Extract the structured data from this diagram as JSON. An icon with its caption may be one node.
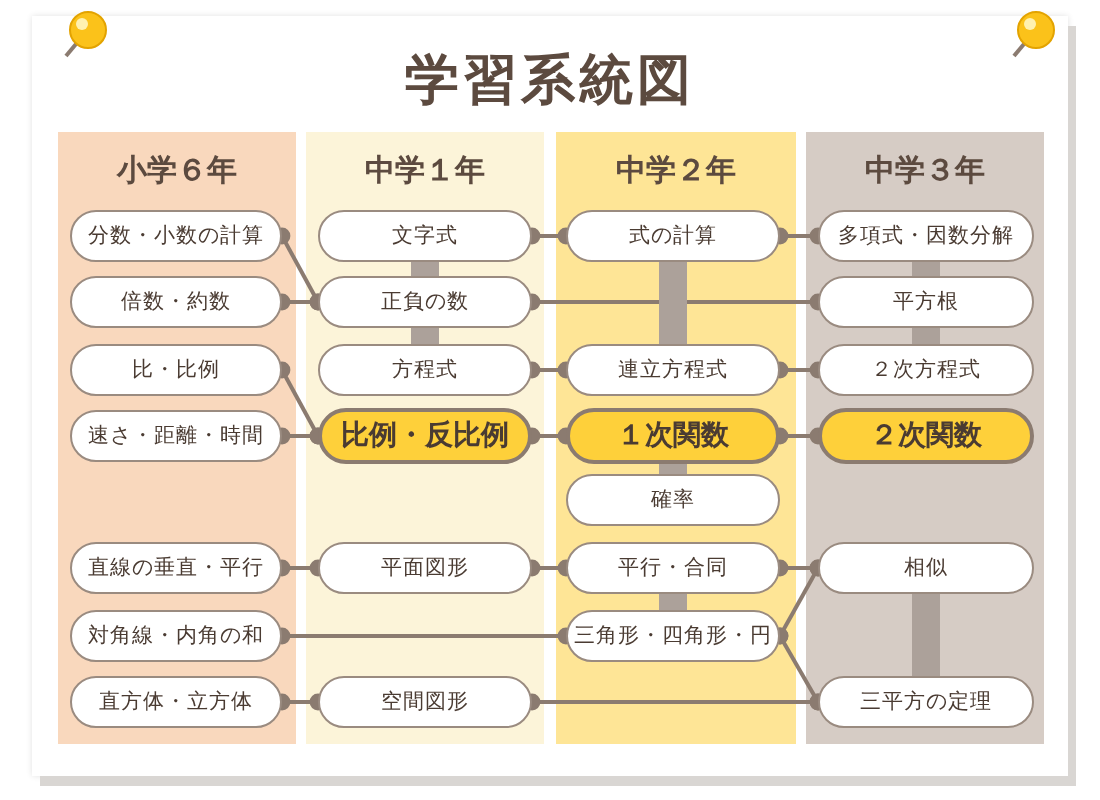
{
  "diagram": {
    "title": "学習系統図",
    "nodes": [
      {
        "text": [
          "小学６年"
        ]
      },
      {
        "text": [
          "分数・小数の計算"
        ],
        "in": 0
      },
      {
        "text": [
          "倍数・約数"
        ],
        "in": 0
      },
      {
        "text": [
          "比・比例"
        ],
        "in": 0
      },
      {
        "text": [
          "速さ・距離・時間"
        ],
        "in": 0
      },
      {
        "text": [
          "直線の垂直・平行"
        ],
        "in": 0
      },
      {
        "text": [
          "対角線・内角の和"
        ],
        "in": 0
      },
      {
        "text": [
          "直方体・立方体"
        ],
        "in": 0
      },
      {
        "text": [
          "中学１年"
        ]
      },
      {
        "text": [
          "文字式"
        ],
        "in": 8
      },
      {
        "text": [
          "正負の数"
        ],
        "in": 8
      },
      {
        "text": [
          "方程式"
        ],
        "in": 8
      },
      {
        "text": [
          "比例・反比例"
        ],
        "in": 8
      },
      {
        "text": [
          "平面図形"
        ],
        "in": 8
      },
      {
        "text": [
          "空間図形"
        ],
        "in": 8
      },
      {
        "text": [
          "中学２年"
        ]
      },
      {
        "text": [
          "式の計算"
        ],
        "in": 15
      },
      {
        "text": [
          "連立方程式"
        ],
        "in": 15
      },
      {
        "text": [
          "１次関数"
        ],
        "in": 15
      },
      {
        "text": [
          "確率"
        ],
        "in": 15
      },
      {
        "text": [
          "平行・合同"
        ],
        "in": 15
      },
      {
        "text": [
          "三角形・四角形・円"
        ],
        "in": 15
      },
      {
        "text": [
          "中学３年"
        ]
      },
      {
        "text": [
          "多項式・因数分解"
        ],
        "in": 22
      },
      {
        "text": [
          "平方根"
        ],
        "in": 22
      },
      {
        "text": [
          "２次方程式"
        ],
        "in": 22
      },
      {
        "text": [
          "２次関数"
        ],
        "in": 22
      },
      {
        "text": [
          "相似"
        ],
        "in": 22
      },
      {
        "text": [
          "三平方の定理"
        ],
        "in": 22
      }
    ],
    "edges": [
      {
        "from": 1,
        "to": 10,
        "arrow": "other"
      },
      {
        "from": 2,
        "to": 10,
        "arrow": "other"
      },
      {
        "from": 3,
        "to": 12,
        "arrow": "other"
      },
      {
        "from": 4,
        "to": 12,
        "arrow": "other"
      },
      {
        "from": 5,
        "to": 13,
        "arrow": "other"
      },
      {
        "from": 6,
        "to": 21,
        "arrow": "other"
      },
      {
        "from": 7,
        "to": 14,
        "arrow": "other"
      },
      {
        "from": 9,
        "to": 16,
        "arrow": "other"
      },
      {
        "from": 10,
        "to": 24,
        "arrow": "other"
      },
      {
        "from": 11,
        "to": 17,
        "arrow": "other"
      },
      {
        "from": 12,
        "to": 18,
        "arrow": "other"
      },
      {
        "from": 13,
        "to": 20,
        "arrow": "other"
      },
      {
        "from": 14,
        "to": 28,
        "arrow": "other"
      },
      {
        "from": 16,
        "to": 23,
        "arrow": "other"
      },
      {
        "from": 17,
        "to": 25,
        "arrow": "other"
      },
      {
        "from": 18,
        "to": 26,
        "arrow": "other"
      },
      {
        "from": 20,
        "to": 27,
        "arrow": "other"
      },
      {
        "from": 21,
        "to": 27,
        "arrow": "other"
      },
      {
        "from": 21,
        "to": 28,
        "arrow": "other"
      },
      {
        "from": 9,
        "to": 10,
        "arrow": "none",
        "style": "thick",
        "color": "#aca19a"
      },
      {
        "from": 10,
        "to": 11,
        "arrow": "none",
        "style": "thick",
        "color": "#aca19a"
      },
      {
        "from": 16,
        "to": 17,
        "arrow": "none",
        "style": "thick",
        "color": "#aca19a"
      },
      {
        "from": 18,
        "to": 19,
        "arrow": "none",
        "style": "thick",
        "color": "#aca19a"
      },
      {
        "from": 20,
        "to": 21,
        "arrow": "none",
        "style": "thick",
        "color": "#aca19a"
      },
      {
        "from": 23,
        "to": 24,
        "arrow": "none",
        "style": "thick",
        "color": "#aca19a"
      },
      {
        "from": 24,
        "to": 25,
        "arrow": "none",
        "style": "thick",
        "color": "#aca19a"
      },
      {
        "from": 27,
        "to": 28,
        "arrow": "none",
        "style": "thick",
        "color": "#aca19a"
      }
    ]
  }
}
